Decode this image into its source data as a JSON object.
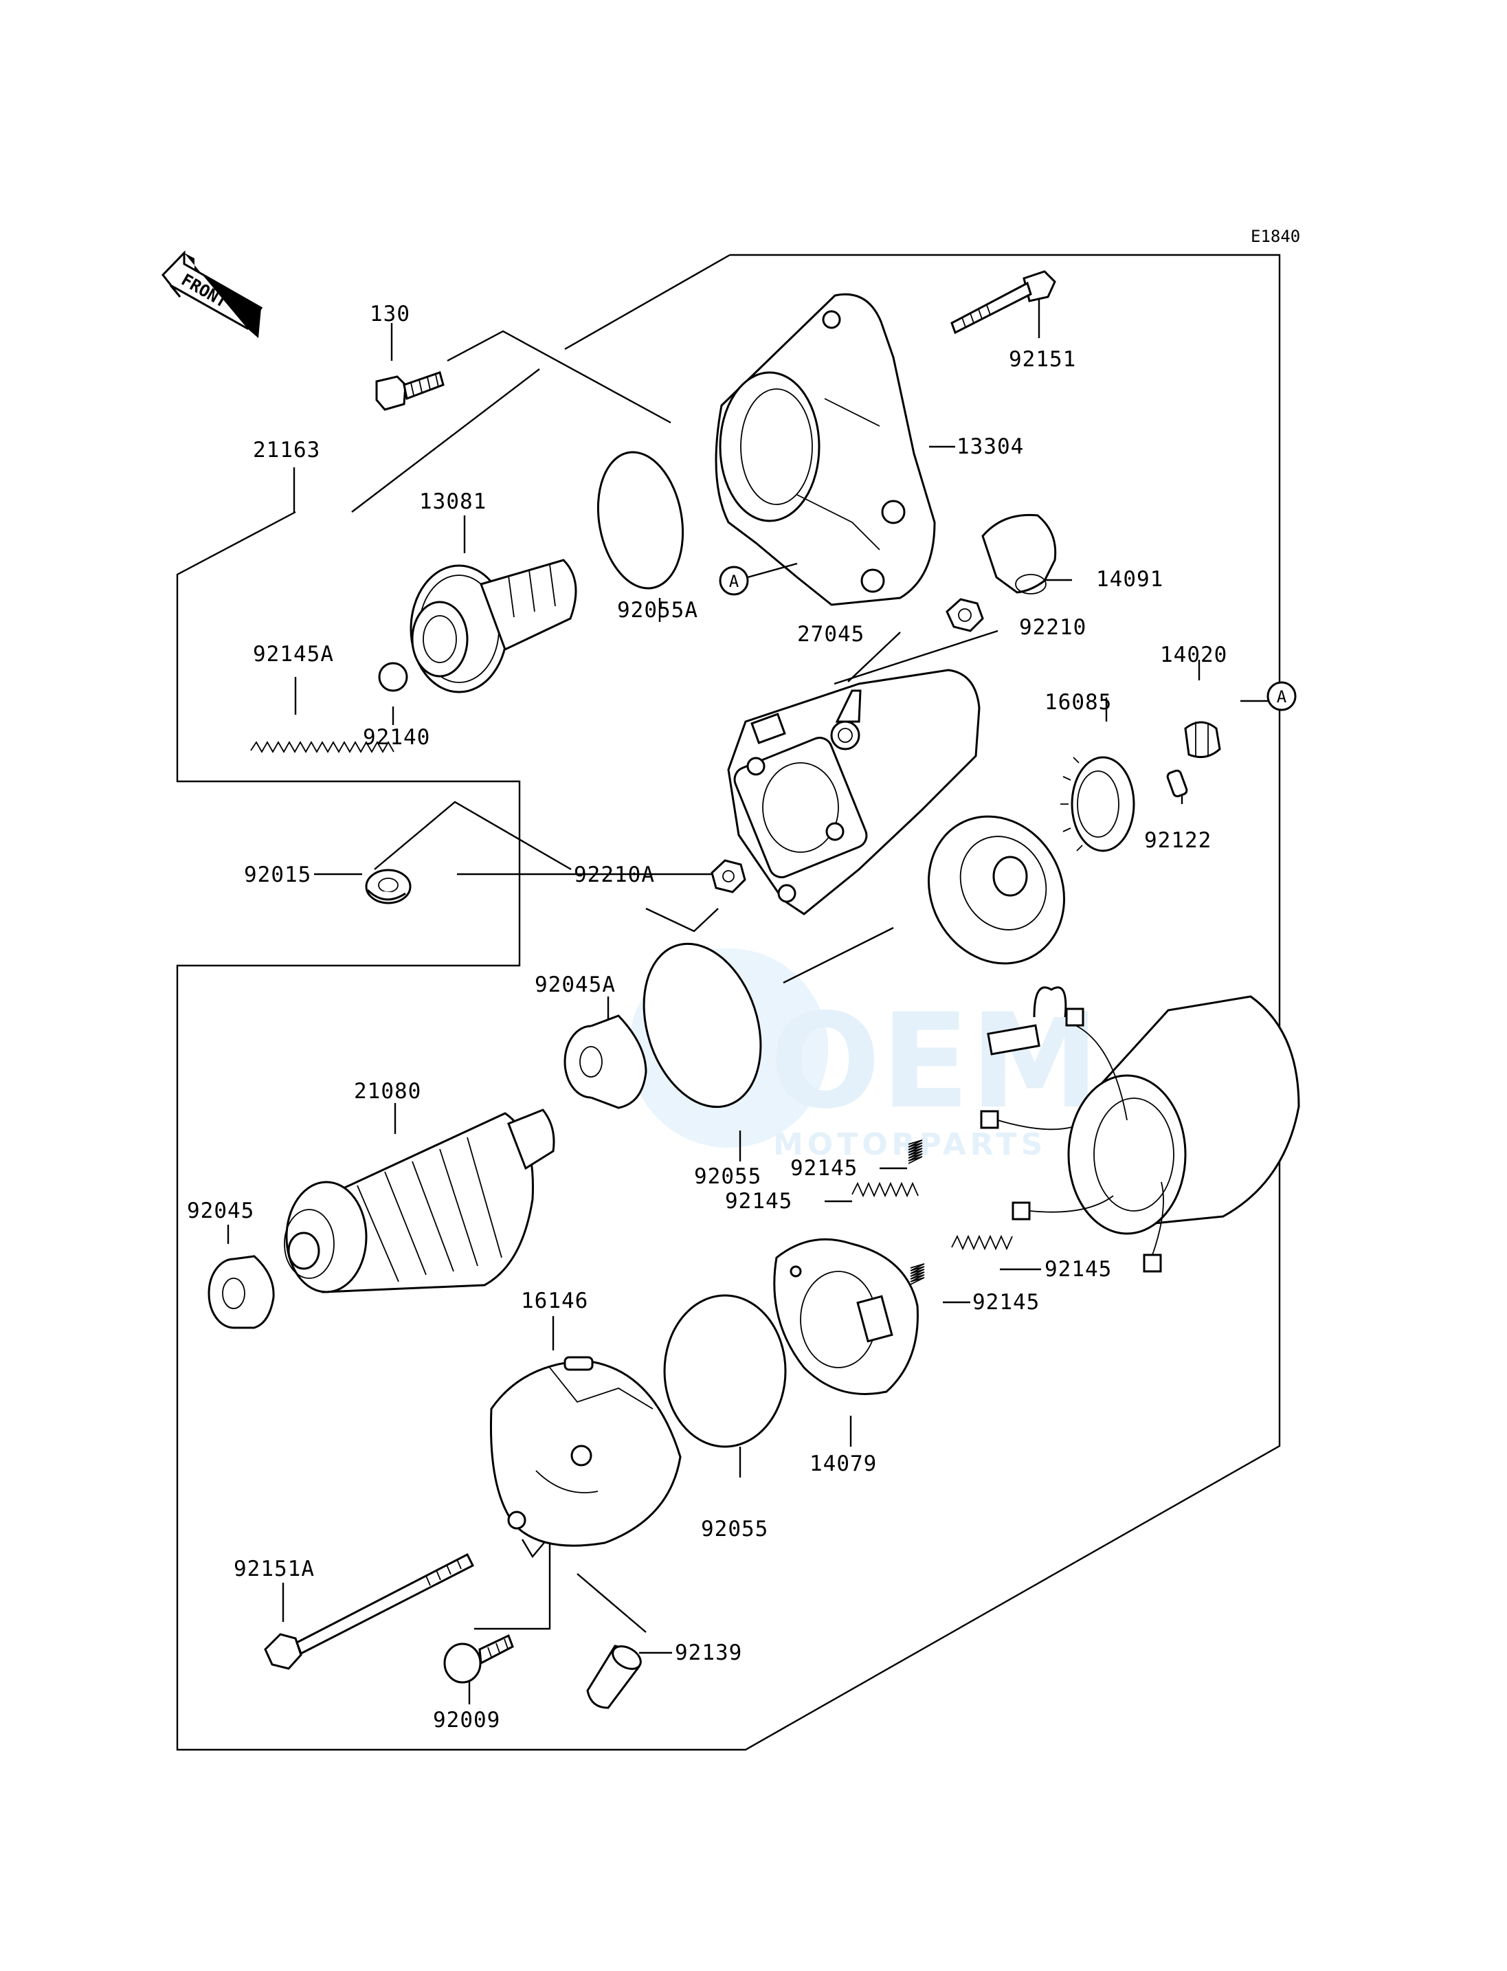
{
  "diagram_code": "E1840",
  "front_label": "FRONT",
  "ref_marker": "A",
  "watermark": {
    "brand": "OEM",
    "sub": "MOTORPARTS",
    "color": "#cfe6f7"
  },
  "parts": [
    {
      "key": "p130",
      "label": "130"
    },
    {
      "key": "p92151",
      "label": "92151"
    },
    {
      "key": "p21163",
      "label": "21163"
    },
    {
      "key": "p13304",
      "label": "13304"
    },
    {
      "key": "p13081",
      "label": "13081"
    },
    {
      "key": "p92055A",
      "label": "92055A"
    },
    {
      "key": "p14091",
      "label": "14091"
    },
    {
      "key": "p27045",
      "label": "27045"
    },
    {
      "key": "p92210",
      "label": "92210"
    },
    {
      "key": "p92145A",
      "label": "92145A"
    },
    {
      "key": "p92140",
      "label": "92140"
    },
    {
      "key": "p14020",
      "label": "14020"
    },
    {
      "key": "p16085",
      "label": "16085"
    },
    {
      "key": "p92122",
      "label": "92122"
    },
    {
      "key": "p92015",
      "label": "92015"
    },
    {
      "key": "p92210A",
      "label": "92210A"
    },
    {
      "key": "p92045A",
      "label": "92045A"
    },
    {
      "key": "p21080",
      "label": "21080"
    },
    {
      "key": "p92055_top",
      "label": "92055"
    },
    {
      "key": "p92145_a",
      "label": "92145"
    },
    {
      "key": "p92145_b",
      "label": "92145"
    },
    {
      "key": "p92045",
      "label": "92045"
    },
    {
      "key": "p92145_c",
      "label": "92145"
    },
    {
      "key": "p92145_d",
      "label": "92145"
    },
    {
      "key": "p16146",
      "label": "16146"
    },
    {
      "key": "p14079",
      "label": "14079"
    },
    {
      "key": "p92055_bot",
      "label": "92055"
    },
    {
      "key": "p92151A",
      "label": "92151A"
    },
    {
      "key": "p92139",
      "label": "92139"
    },
    {
      "key": "p92009",
      "label": "92009"
    }
  ]
}
